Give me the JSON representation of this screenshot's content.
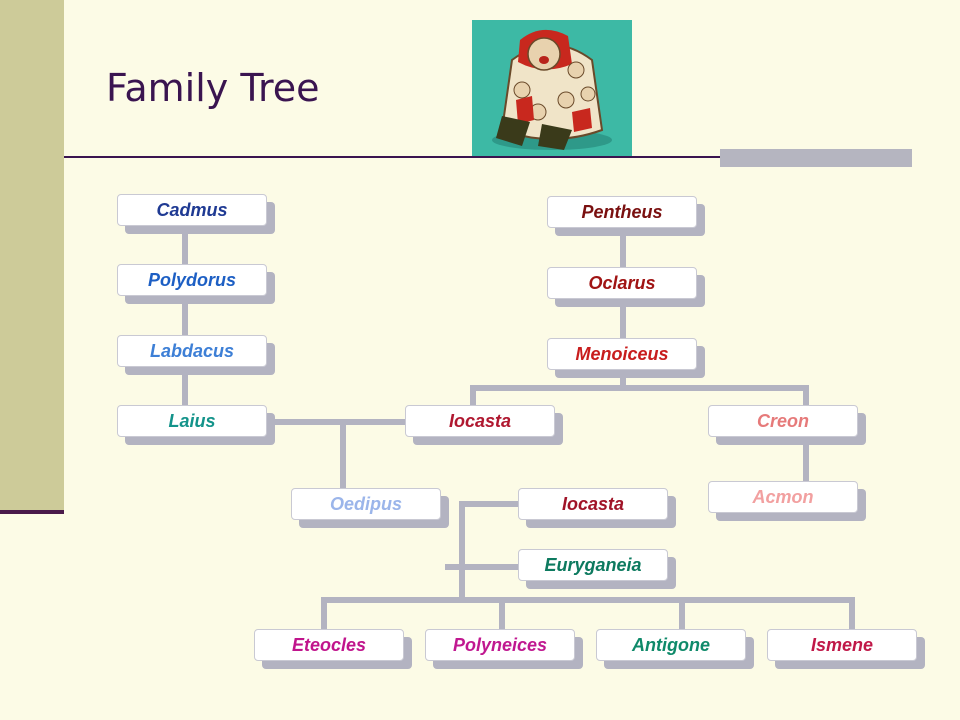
{
  "slide": {
    "title": "Family Tree"
  },
  "theme": {
    "accent": "#3a1450",
    "line_color": "#b3b3c1",
    "left_bar": "#cdcb99",
    "background": "#fcfbe6"
  },
  "clipart": {
    "icon": "storyteller-doll-icon"
  },
  "nodes": {
    "cadmus": {
      "label": "Cadmus",
      "color": "#1f3a93"
    },
    "polydorus": {
      "label": "Polydorus",
      "color": "#1d5fc4"
    },
    "labdacus": {
      "label": "Labdacus",
      "color": "#3d7fd6"
    },
    "laius": {
      "label": "Laius",
      "color": "#13938a"
    },
    "pentheus": {
      "label": "Pentheus",
      "color": "#7a1010"
    },
    "oclarus": {
      "label": "Oclarus",
      "color": "#a01414"
    },
    "menoiceus": {
      "label": "Menoiceus",
      "color": "#c81d1d"
    },
    "iocasta_top": {
      "label": "Iocasta",
      "color": "#b01830"
    },
    "creon": {
      "label": "Creon",
      "color": "#e67a7a"
    },
    "acmon": {
      "label": "Acmon",
      "color": "#f2a0a0"
    },
    "oedipus": {
      "label": "Oedipus",
      "color": "#9bb5ea"
    },
    "iocasta_mid": {
      "label": "Iocasta",
      "color": "#a01428"
    },
    "euryganeia": {
      "label": "Euryganeia",
      "color": "#0d7a5f"
    },
    "eteocles": {
      "label": "Eteocles",
      "color": "#c0148c"
    },
    "polyneices": {
      "label": "Polyneices",
      "color": "#c01890"
    },
    "antigone": {
      "label": "Antigone",
      "color": "#0f8a6a"
    },
    "ismene": {
      "label": "Ismene",
      "color": "#c01848"
    }
  }
}
